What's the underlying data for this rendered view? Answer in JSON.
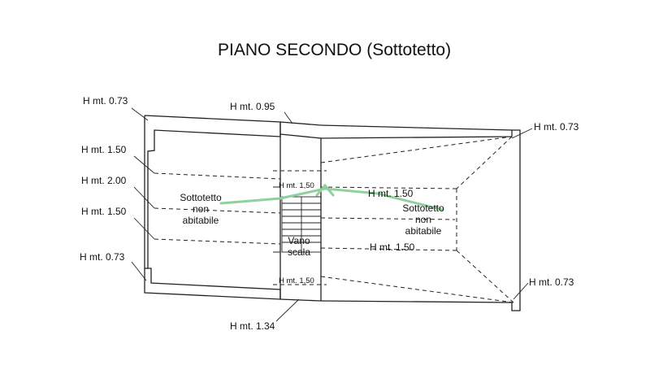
{
  "title": "PIANO SECONDO (Sottotetto)",
  "heights": {
    "top_left": "H mt. 0.73",
    "left_upper": "H mt. 1.50",
    "left_middle": "H mt. 2.00",
    "left_lower": "H mt. 1.50",
    "bottom_left": "H mt. 0.73",
    "stair_top": "H mt. 0.95",
    "stair_bottom": "H mt. 1.34",
    "top_right": "H mt. 0.73",
    "bottom_right": "H mt. 0.73",
    "stair_dim_top": "H mt. 1,50",
    "stair_dim_bottom": "H mt. 1,50",
    "right_inner_top": "H mt. 1.50",
    "right_inner_bottom": "H mt. 1.50"
  },
  "rooms": {
    "left": [
      "Sottotetto",
      "non",
      "abitabile"
    ],
    "right": [
      "Sottotetto",
      "non",
      "abitabile"
    ],
    "stair": [
      "Vano",
      "scala"
    ]
  },
  "colors": {
    "lines": "#222222",
    "ridge_arrow": "#8fd19e"
  }
}
